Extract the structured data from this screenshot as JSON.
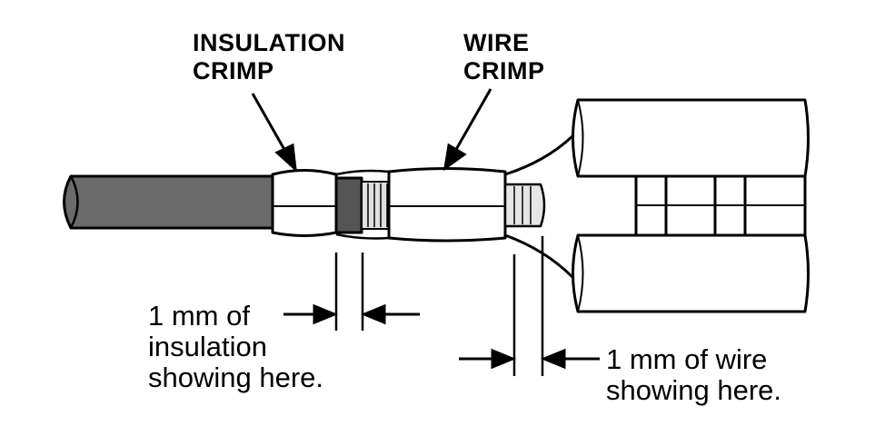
{
  "labels": {
    "insulation_crimp": [
      "INSULATION",
      "CRIMP"
    ],
    "wire_crimp": [
      "WIRE",
      "CRIMP"
    ],
    "insulation_note": [
      "1 mm of",
      "insulation",
      "showing here."
    ],
    "wire_note": [
      "1 mm of wire",
      "showing here."
    ]
  },
  "colors": {
    "line": "#000000",
    "insulation": "#6b6b6b",
    "metal": "#ffffff",
    "strands": "#d9d9d9"
  }
}
